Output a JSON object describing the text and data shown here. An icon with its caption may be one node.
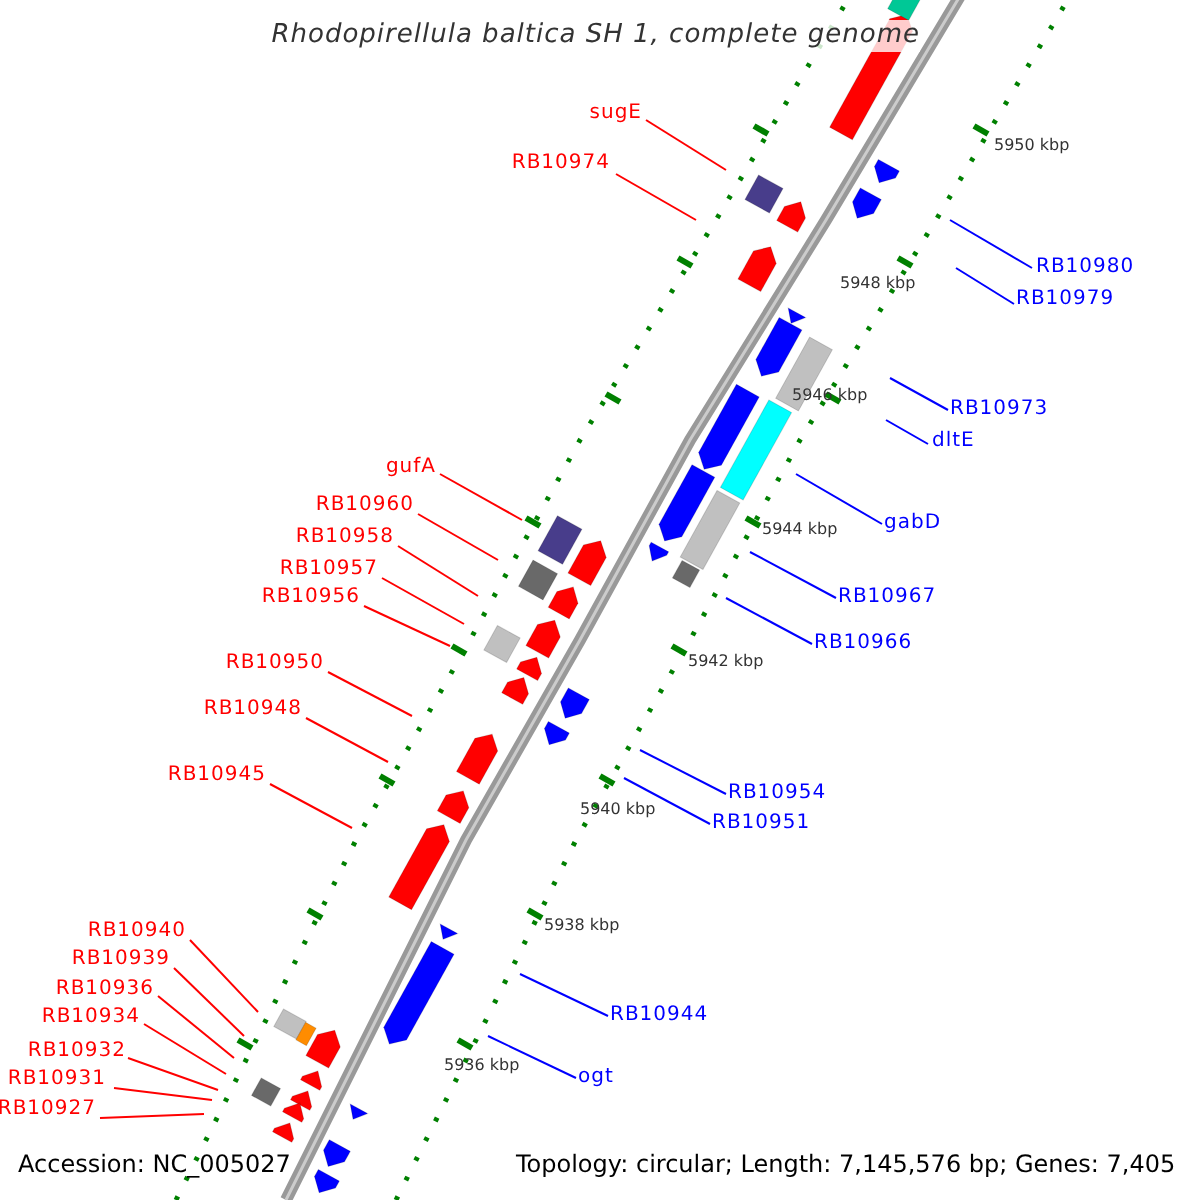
{
  "diagram": {
    "title": "Rhodopirellula baltica SH 1, complete genome",
    "nodes": [
      {
        "text": [
          "sugE"
        ]
      },
      {
        "text": [
          "RB10974"
        ]
      },
      {
        "text": [
          "RB10980"
        ]
      },
      {
        "text": [
          "RB10979"
        ]
      },
      {
        "text": [
          "RB10973"
        ]
      },
      {
        "text": [
          "dltE"
        ]
      },
      {
        "text": [
          "gufA"
        ]
      },
      {
        "text": [
          "RB10960"
        ]
      },
      {
        "text": [
          "gabD"
        ]
      },
      {
        "text": [
          "RB10958"
        ]
      },
      {
        "text": [
          "RB10957"
        ]
      },
      {
        "text": [
          "RB10956"
        ]
      },
      {
        "text": [
          "RB10967"
        ]
      },
      {
        "text": [
          "RB10966"
        ]
      },
      {
        "text": [
          "RB10950"
        ]
      },
      {
        "text": [
          "RB10948"
        ]
      },
      {
        "text": [
          "RB10945"
        ]
      },
      {
        "text": [
          "RB10954"
        ]
      },
      {
        "text": [
          "RB10951"
        ]
      },
      {
        "text": [
          "RB10940"
        ]
      },
      {
        "text": [
          "RB10939"
        ]
      },
      {
        "text": [
          "RB10936"
        ]
      },
      {
        "text": [
          "RB10944"
        ]
      },
      {
        "text": [
          "RB10934"
        ]
      },
      {
        "text": [
          "RB10932"
        ]
      },
      {
        "text": [
          "ogt"
        ]
      },
      {
        "text": [
          "RB10931"
        ]
      },
      {
        "text": [
          "RB10927"
        ]
      }
    ],
    "edges": [
      {
        "from": 0,
        "to": null,
        "arrow": "none"
      },
      {
        "from": 1,
        "to": null,
        "arrow": "none"
      },
      {
        "from": 2,
        "to": null,
        "arrow": "none",
        "color": "#0000ff"
      },
      {
        "from": 3,
        "to": null,
        "arrow": "none",
        "color": "#0000ff"
      },
      {
        "from": 4,
        "to": null,
        "arrow": "none",
        "color": "#0000ff"
      },
      {
        "from": 5,
        "to": null,
        "arrow": "none",
        "color": "#0000ff"
      },
      {
        "from": 6,
        "to": null,
        "arrow": "none"
      },
      {
        "from": 7,
        "to": null,
        "arrow": "none"
      },
      {
        "from": 8,
        "to": null,
        "arrow": "none",
        "color": "#0000ff"
      },
      {
        "from": 9,
        "to": null,
        "arrow": "none"
      },
      {
        "from": 10,
        "to": null,
        "arrow": "none"
      },
      {
        "from": 11,
        "to": null,
        "arrow": "none"
      },
      {
        "from": 12,
        "to": null,
        "arrow": "none",
        "color": "#0000ff"
      },
      {
        "from": 13,
        "to": null,
        "arrow": "none",
        "color": "#0000ff"
      },
      {
        "from": 14,
        "to": null,
        "arrow": "none"
      },
      {
        "from": 15,
        "to": null,
        "arrow": "none"
      },
      {
        "from": 16,
        "to": null,
        "arrow": "none"
      },
      {
        "from": 17,
        "to": null,
        "arrow": "none",
        "color": "#0000ff"
      },
      {
        "from": 18,
        "to": null,
        "arrow": "none",
        "color": "#0000ff"
      },
      {
        "from": 19,
        "to": null,
        "arrow": "none"
      },
      {
        "from": 20,
        "to": null,
        "arrow": "none"
      },
      {
        "from": 21,
        "to": null,
        "arrow": "none"
      },
      {
        "from": 22,
        "to": null,
        "arrow": "none",
        "color": "#0000ff"
      },
      {
        "from": 23,
        "to": null,
        "arrow": "none"
      },
      {
        "from": 24,
        "to": null,
        "arrow": "none"
      },
      {
        "from": 25,
        "to": null,
        "arrow": "none",
        "color": "#0000ff"
      },
      {
        "from": 26,
        "to": null,
        "arrow": "none"
      },
      {
        "from": 27,
        "to": null,
        "arrow": "none"
      }
    ],
    "labels": [
      "5950 kbp",
      "5948 kbp",
      "5946 kbp",
      "5944 kbp",
      "5942 kbp",
      "5940 kbp",
      "5938 kbp",
      "5936 kbp",
      "Accession: NC_005027",
      "Topology: circular; Length: 7,145,576 bp; Genes: 7,405"
    ]
  }
}
